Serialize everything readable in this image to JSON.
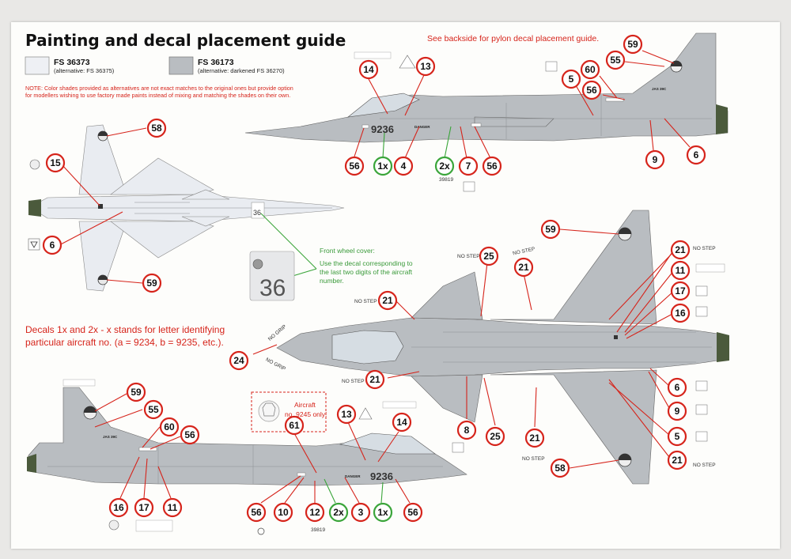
{
  "title": "Painting and decal placement guide",
  "backside_note": "See backside for pylon decal placement guide.",
  "swatches": [
    {
      "code": "FS 36373",
      "alt": "(alternative: FS 36375)",
      "color": "#eef0f4"
    },
    {
      "code": "FS 36173",
      "alt": "(alternative: darkened FS 36270)",
      "color": "#b9bdc1"
    }
  ],
  "note": [
    "NOTE: Color shades provided as alternatives are not exact matches to the original ones but provide option",
    "for modellers wishing to use factory made paints instead of mixing and matching the shades on their own."
  ],
  "front_wheel": {
    "heading": "Front wheel cover:",
    "lines": [
      "Use the decal corresponding to",
      "the last two digits of the aircraft",
      "number."
    ],
    "number": "36",
    "small_number": "36"
  },
  "decals_note": [
    "Decals 1x and 2x - x stands for letter identifying",
    "particular aircraft no. (a = 9234, b = 9235, etc.)."
  ],
  "aircraft_note": [
    "Aircraft",
    "no. 9245 only!"
  ],
  "serial": "9236",
  "small_serial": "39819",
  "stencils": {
    "danger": "DANGER",
    "no_step": "NO STEP",
    "no_grip": "NO GRIP",
    "jas": "JAS 39C"
  },
  "colors": {
    "red": "#d6241b",
    "green": "#3aa53a",
    "dark_grey": "#b9bdc1",
    "light_grey": "#eef0f4",
    "radome": "#4b5a3c"
  },
  "callouts": {
    "c58a": "58",
    "c15": "15",
    "c6a": "6",
    "c59a": "59",
    "c14a": "14",
    "c13a": "13",
    "c1xa": "1x",
    "c4": "4",
    "c2xa": "2x",
    "c7": "7",
    "c56a": "56",
    "c56b": "56",
    "c59b": "59",
    "c55a": "55",
    "c60a": "60",
    "c5a": "5",
    "c56c": "56",
    "c9a": "9",
    "c6b": "6",
    "c59c": "59",
    "c25a": "25",
    "c21a": "21",
    "c21b": "21",
    "c21c": "21",
    "c11a": "11",
    "c17a": "17",
    "c16a": "16",
    "c24": "24",
    "c21d": "21",
    "c6c": "6",
    "c9b": "9",
    "c5b": "5",
    "c21e": "21",
    "c8": "8",
    "c25b": "25",
    "c21f": "21",
    "c58b": "58",
    "c59d": "59",
    "c55b": "55",
    "c60b": "60",
    "c56d": "56",
    "c61": "61",
    "c13b": "13",
    "c14b": "14",
    "c16b": "16",
    "c17b": "17",
    "c11b": "11",
    "c56e": "56",
    "c10": "10",
    "c12": "12",
    "c2xb": "2x",
    "c3": "3",
    "c1xb": "1x",
    "c56f": "56"
  }
}
